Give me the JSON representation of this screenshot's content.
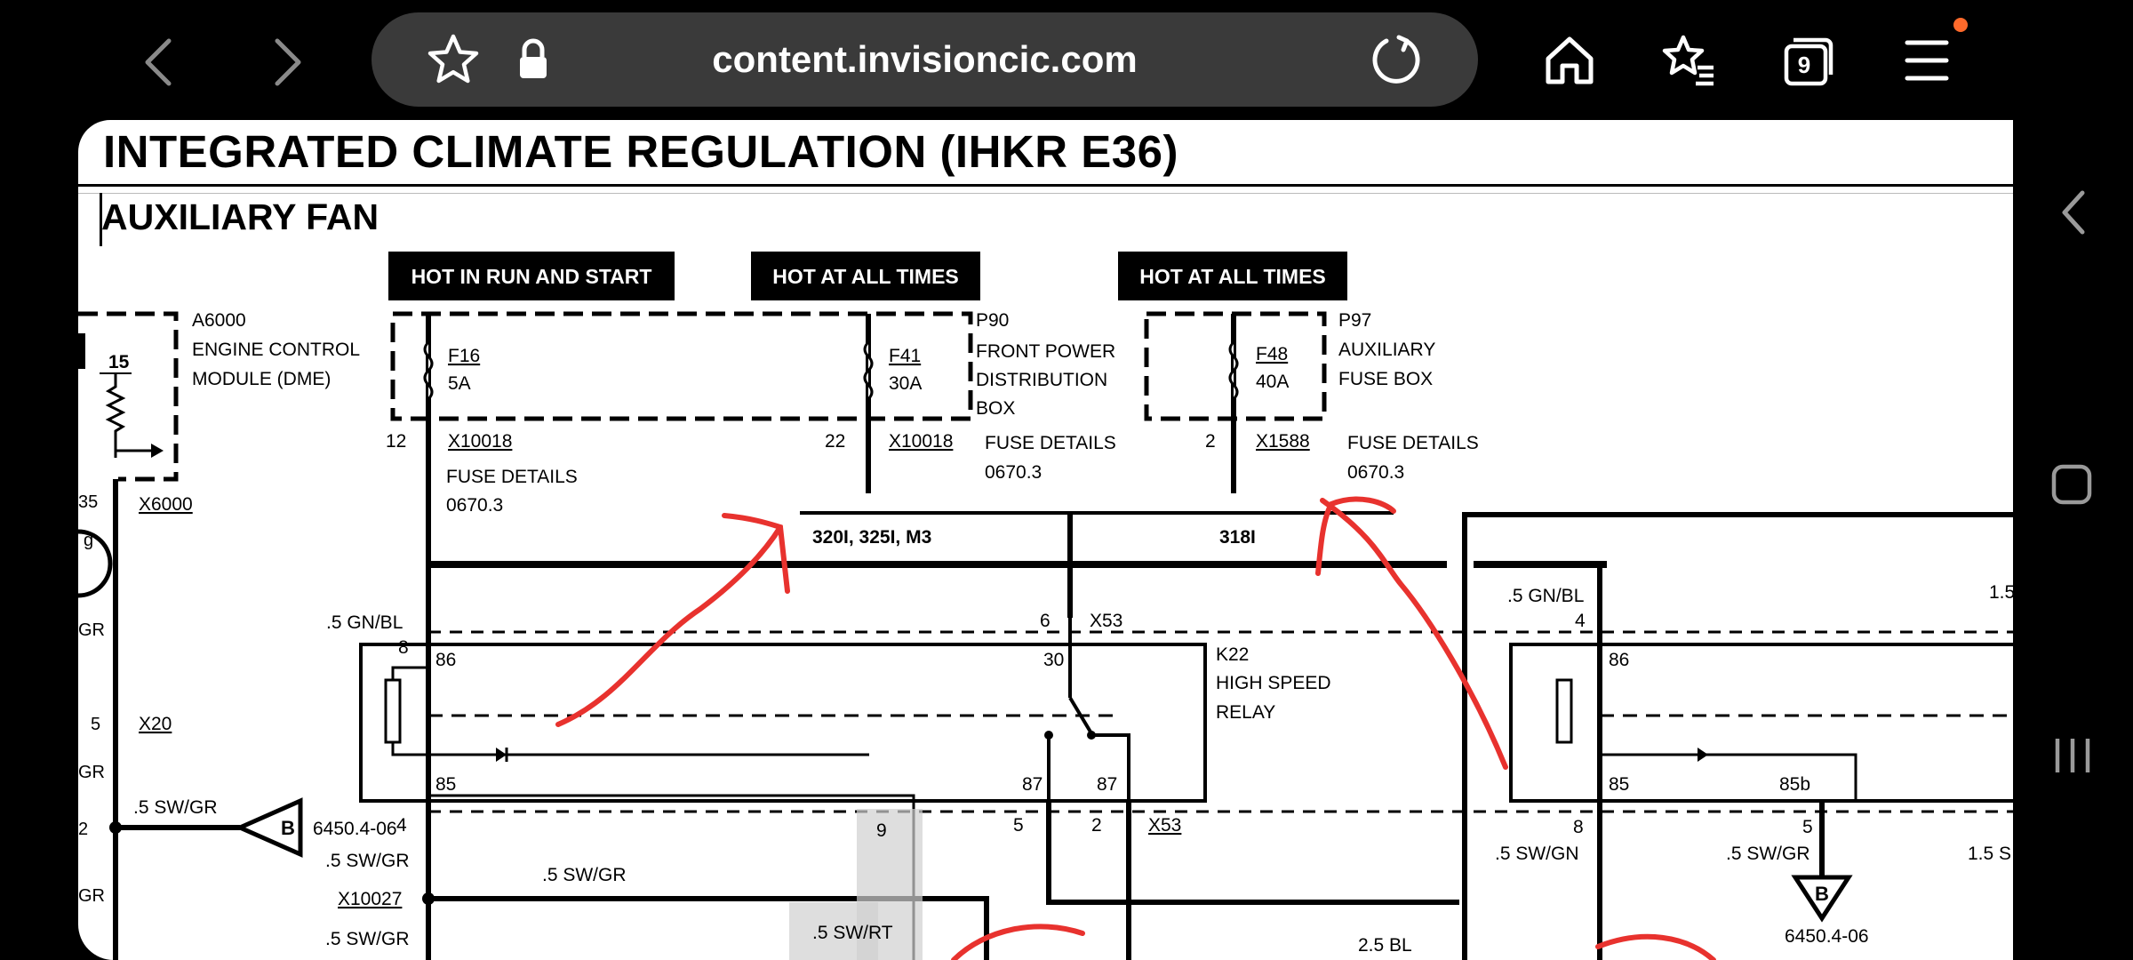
{
  "browser": {
    "url": "content.invisioncic.com",
    "tab_count": "9",
    "accent_dot_color": "#ff6a2b",
    "icons": [
      "back-arrow-icon",
      "forward-arrow-icon",
      "star-icon",
      "lock-icon",
      "reload-icon",
      "home-icon",
      "bookmarks-icon",
      "tabs-icon",
      "menu-icon"
    ]
  },
  "diagram": {
    "title": "INTEGRATED CLIMATE REGULATION (IHKR E36)",
    "subtitle": "AUXILIARY FAN",
    "power_boxes": [
      "HOT IN RUN AND START",
      "HOT AT ALL TIMES",
      "HOT AT ALL TIMES"
    ],
    "ecm": {
      "ref": "A6000",
      "line1": "ENGINE CONTROL",
      "line2": "MODULE (DME)",
      "pin": "15",
      "conn": "X6000",
      "pin_side": "35"
    },
    "fuses": [
      {
        "name": "F16",
        "rating": "5A",
        "pin": "12",
        "conn": "X10018",
        "details": "FUSE DETAILS",
        "details_ref": "0670.3"
      },
      {
        "name": "F41",
        "rating": "30A",
        "pin": "22",
        "conn": "X10018",
        "details": "FUSE DETAILS",
        "details_ref": "0670.3"
      },
      {
        "name": "F48",
        "rating": "40A",
        "pin": "2",
        "conn": "X1588",
        "details": "FUSE DETAILS",
        "details_ref": "0670.3"
      }
    ],
    "p90": {
      "ref": "P90",
      "line1": "FRONT POWER",
      "line2": "DISTRIBUTION",
      "line3": "BOX"
    },
    "p97": {
      "ref": "P97",
      "line1": "AUXILIARY",
      "line2": "FUSE BOX"
    },
    "variants": {
      "left": "320I, 325I, M3",
      "right": "318I"
    },
    "relay": {
      "ref": "K22",
      "line1": "HIGH SPEED",
      "line2": "RELAY"
    },
    "wires": {
      "gnbl_left": ".5 GN/BL",
      "gnbl_right": ".5 GN/BL",
      "swgr1": ".5 SW/GR",
      "swgr2": ".5 SW/GR",
      "swgr3": ".5 SW/GR",
      "swgr4": ".5 SW/GR",
      "swgr5": ".5 SW/GR",
      "swgn": ".5 SW/GN",
      "swrt": ".5 SW/RT",
      "bl25": "2.5 BL",
      "right_top": "1.5",
      "right_bot": "1.5 S"
    },
    "pins": {
      "p8": "8",
      "p86": "86",
      "p85": "85",
      "p30": "30",
      "p87a": "87",
      "p87b": "87",
      "p6": "6",
      "x53": "X53",
      "x53b": "X53",
      "p4": "4",
      "p5": "5",
      "p2": "2",
      "p9": "9",
      "p4r": "4",
      "p86r": "86",
      "p85r": "85",
      "p85b": "85b",
      "p8r": "8",
      "p5r": "5",
      "x20": "X20",
      "p5l": "5",
      "p2l": "2",
      "x10027": "X10027",
      "ref_6450_l": "6450.4-06",
      "ref_6450_r": "6450.4-06",
      "b1": "B",
      "b2": "B",
      "left_gr1": "GR",
      "left_gr2": "GR",
      "left_gr3": "GR",
      "left_g": "g",
      "left_35": "35"
    }
  }
}
